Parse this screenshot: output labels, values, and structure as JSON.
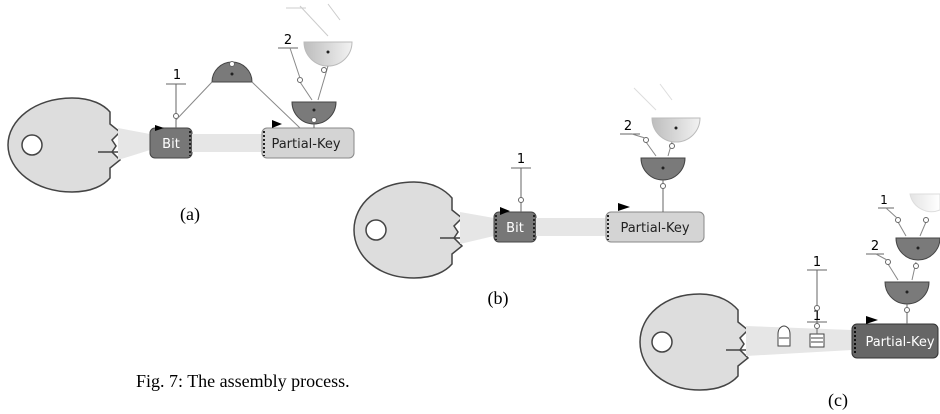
{
  "panel_a": {
    "caption": "(a)",
    "bit_label": "Bit",
    "partial_key_label": "Partial-Key",
    "wire_label": "1"
  },
  "panel_b": {
    "caption": "(b)",
    "bit_label": "Bit",
    "partial_key_label": "Partial-Key",
    "wire_label_1": "1",
    "wire_label_2": "2"
  },
  "panel_c": {
    "caption": "(c)",
    "partial_key_label": "Partial-Key",
    "wire_label_top": "1",
    "wire_label_mid": "1",
    "wire_label_2": "2",
    "wire_label_small": "1"
  },
  "panel_a_extra": {
    "wire_label_2": "2"
  },
  "figure_caption": "Fig. 7: The assembly process.",
  "colors": {
    "key_fill": "#dddddd",
    "key_stroke": "#444444",
    "block_dark": "#777777",
    "block_light": "#d4d4d4",
    "gate_dark": "#7a7a7a",
    "gate_light": "#e0e0e0"
  }
}
